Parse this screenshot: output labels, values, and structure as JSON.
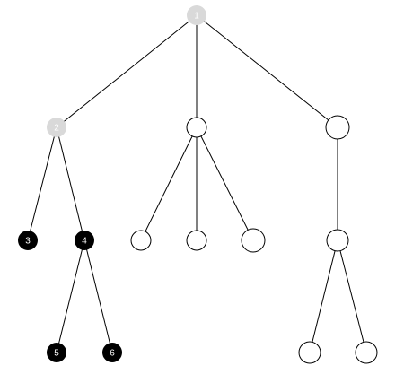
{
  "colors": {
    "background": "#ffffff",
    "edge": "#000000",
    "visited_fill": "#d9d9d9",
    "visited_label": "#ffffff",
    "active_fill": "#000000",
    "active_label": "#ffffff",
    "empty_fill": "#ffffff",
    "empty_stroke": "#000000"
  },
  "tree": {
    "nodes": [
      {
        "id": "n1",
        "label": "1",
        "state": "visited"
      },
      {
        "id": "n2",
        "label": "2",
        "state": "visited"
      },
      {
        "id": "n3",
        "label": "3",
        "state": "active"
      },
      {
        "id": "n4",
        "label": "4",
        "state": "active"
      },
      {
        "id": "n5",
        "label": "5",
        "state": "active"
      },
      {
        "id": "n6",
        "label": "6",
        "state": "active"
      },
      {
        "id": "m1",
        "label": "",
        "state": "empty"
      },
      {
        "id": "m2",
        "label": "",
        "state": "empty"
      },
      {
        "id": "m3",
        "label": "",
        "state": "empty"
      },
      {
        "id": "m4",
        "label": "",
        "state": "empty"
      },
      {
        "id": "r1",
        "label": "",
        "state": "empty"
      },
      {
        "id": "r2",
        "label": "",
        "state": "empty"
      },
      {
        "id": "r3",
        "label": "",
        "state": "empty"
      },
      {
        "id": "r4",
        "label": "",
        "state": "empty"
      }
    ],
    "edges": [
      [
        "n1",
        "n2"
      ],
      [
        "n1",
        "m1"
      ],
      [
        "n1",
        "r1"
      ],
      [
        "n2",
        "n3"
      ],
      [
        "n2",
        "n4"
      ],
      [
        "n4",
        "n5"
      ],
      [
        "n4",
        "n6"
      ],
      [
        "m1",
        "m2"
      ],
      [
        "m1",
        "m3"
      ],
      [
        "m1",
        "m4"
      ],
      [
        "r1",
        "r2"
      ],
      [
        "r2",
        "r3"
      ],
      [
        "r2",
        "r4"
      ]
    ]
  }
}
